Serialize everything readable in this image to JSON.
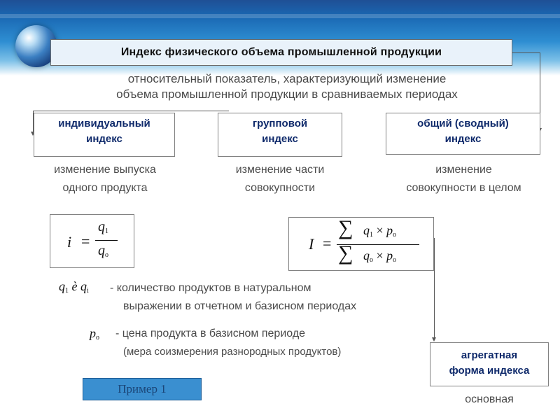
{
  "title": "Индекс физического объема промышленной продукции",
  "definition": {
    "line1": "относительный показатель, характеризующий  изменение",
    "line2": "объема промышленной  продукции в сравниваемых  периодах"
  },
  "categories": [
    {
      "line1": "индивидуальный",
      "line2": "индекс",
      "desc1": "изменение выпуска",
      "desc2": "одного продукта"
    },
    {
      "line1": "групповой",
      "line2": "индекс",
      "desc1": "изменение части",
      "desc2": "совокупности"
    },
    {
      "line1": "общий (сводный)",
      "line2": "индекс",
      "desc1": "изменение",
      "desc2": "совокупности в целом"
    }
  ],
  "formulas": {
    "individual": {
      "lhs": "i",
      "eq": "=",
      "num": "q",
      "num_sub": "1",
      "den": "q",
      "den_sub": "o"
    },
    "aggregate": {
      "lhs": "I",
      "eq": "=",
      "sum": "∑",
      "num_q": "q",
      "num_q_sub": "1",
      "num_p": "p",
      "num_p_sub": "o",
      "den_q": "q",
      "den_q_sub": "o",
      "den_p": "p",
      "den_p_sub": "o",
      "times": "×"
    }
  },
  "legend": {
    "sym1": "q",
    "sym1_sub": "1",
    "sym_and": "è",
    "sym2": "q",
    "sym2_sub": "i",
    "text1": "- количество продуктов в натуральном",
    "text2": "выражении в отчетном и базисном периодах",
    "sym3": "p",
    "sym3_sub": "o",
    "text3": "- цена продукта в базисном периоде",
    "text4": "(мера соизмерения разнородных продуктов)"
  },
  "aggregate_box": {
    "line1": "агрегатная",
    "line2": "форма индекса",
    "note": "основная"
  },
  "example_button": "Пример 1"
}
